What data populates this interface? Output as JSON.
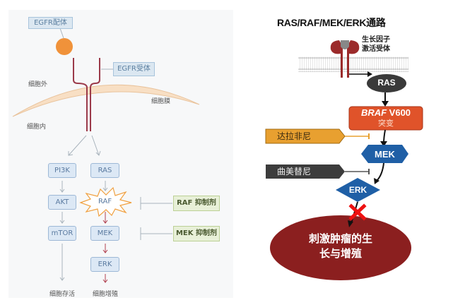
{
  "left_diagram": {
    "ligand_label": "EGFR配体",
    "receptor_label": "EGFR受体",
    "extracellular_label": "细胞外",
    "intracellular_label": "细胞内",
    "membrane_label": "细胞膜",
    "nodes": {
      "pi3k": "PI3K",
      "ras": "RAS",
      "akt": "AKT",
      "raf": "RAF",
      "mtor": "mTOR",
      "mek": "MEK",
      "erk": "ERK"
    },
    "outcomes": {
      "survival": "细胞存活",
      "proliferation": "细胞增殖"
    },
    "inhibitors": {
      "raf": "RAF 抑制剂",
      "mek": "MEK 抑制剂"
    },
    "colors": {
      "ligand": "#f0923a",
      "receptor": "#9b3a4a",
      "membrane": "#f8dfc4",
      "node_fill": "#dce8f5",
      "raf_burst": "#f0a040",
      "red_arrow": "#b04050",
      "inhibitor_fill": "#e8f0d8"
    }
  },
  "right_diagram": {
    "title": "RAS/RAF/MEK/ERK通路",
    "receptor_label_line1": "生长因子",
    "receptor_label_line2": "激活受体",
    "ras": "RAS",
    "braf_line1_italic": "BRAF",
    "braf_line1_rest": " V600",
    "braf_line2": "突变",
    "mek": "MEK",
    "erk": "ERK",
    "drug1": "达拉非尼",
    "drug2": "曲美替尼",
    "outcome_line1": "刺激肿瘤的生",
    "outcome_line2": "长与增殖",
    "colors": {
      "receptor": "#9b2a2a",
      "ras": "#3a3a3a",
      "braf": "#e0532a",
      "mek_erk": "#1f5fa6",
      "drug1": "#e8a030",
      "drug2": "#3c3c3c",
      "outcome": "#8b1f1f",
      "block_x": "#ee1111"
    }
  }
}
